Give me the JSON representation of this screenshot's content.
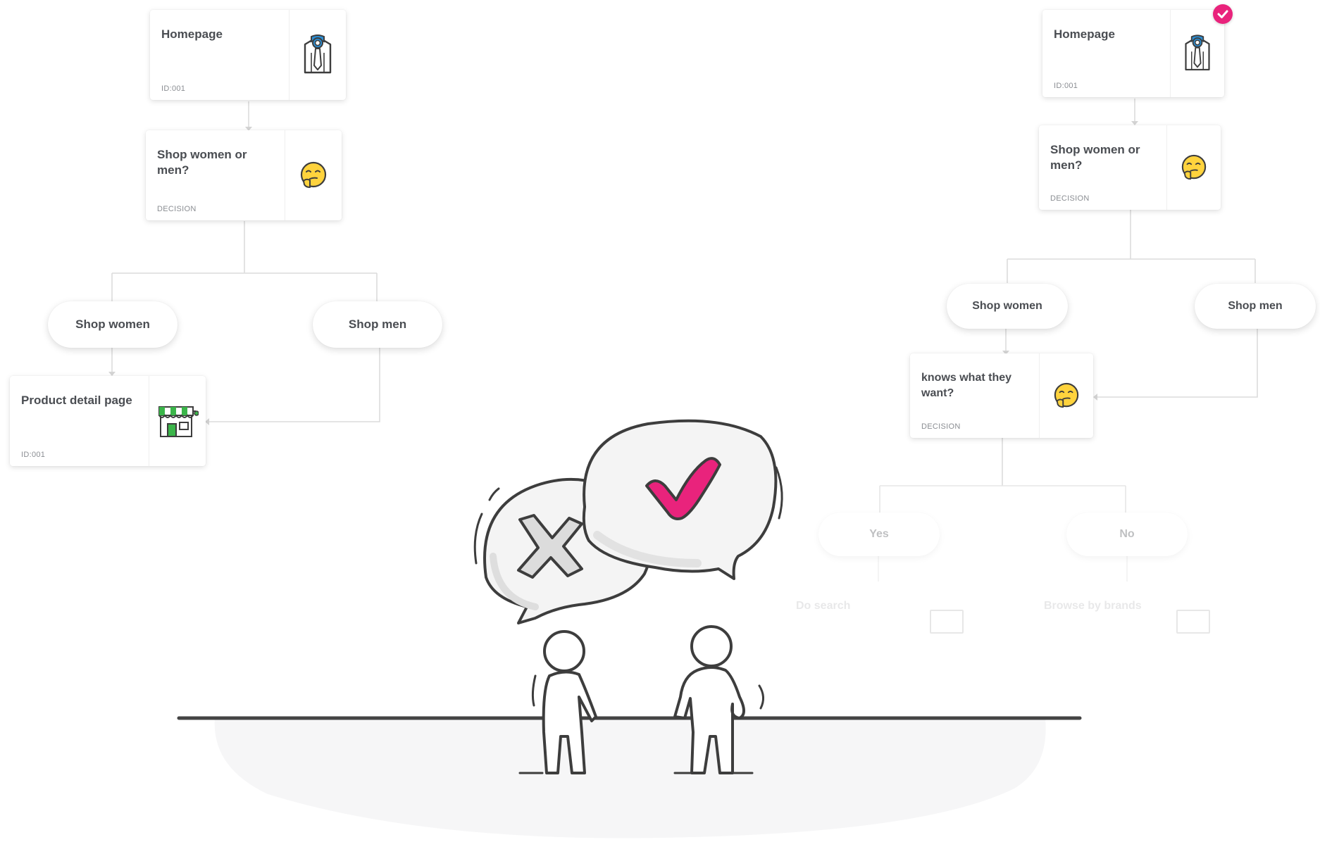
{
  "left_flow": {
    "homepage": {
      "title": "Homepage",
      "meta": "ID:001"
    },
    "decision": {
      "title": "Shop women or men?",
      "meta": "DECISION"
    },
    "shop_women": "Shop women",
    "shop_men": "Shop men",
    "product_detail": {
      "title": "Product detail page",
      "meta": "ID:001"
    }
  },
  "right_flow": {
    "homepage": {
      "title": "Homepage",
      "meta": "ID:001"
    },
    "decision": {
      "title": "Shop women or men?",
      "meta": "DECISION"
    },
    "shop_women": "Shop women",
    "shop_men": "Shop men",
    "knows": {
      "title": "knows what they want?",
      "meta": "DECISION"
    },
    "yes": "Yes",
    "no": "No",
    "do_search": "Do search",
    "browse_brands": "Browse by brands"
  },
  "colors": {
    "accent": "#e9237c",
    "line": "#dcdcdc",
    "ink": "#3d3d3d",
    "store_green": "#3bb54a",
    "shirt_blue": "#2b8fd6",
    "emoji_yellow": "#ffd33d"
  },
  "icons": {
    "homepage": "shirt-tie-icon",
    "decision": "thinking-face-icon",
    "product": "storefront-icon",
    "status": "check-badge-icon"
  }
}
